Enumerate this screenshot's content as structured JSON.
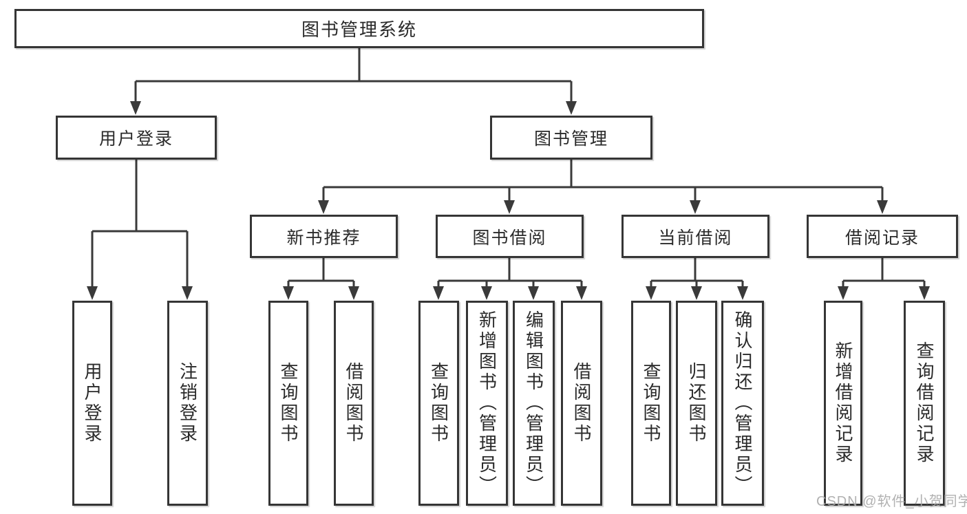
{
  "diagram": {
    "type": "hierarchy-tree",
    "colors": {
      "background": "#ffffff",
      "box_border": "#353535",
      "line": "#3a3a3a",
      "text": "#2a2a2a",
      "watermark": "#a8a8a8"
    },
    "tree": {
      "label": "图书管理系统",
      "children": [
        {
          "label": "用户登录",
          "children": [
            {
              "label": "用户登录"
            },
            {
              "label": "注销登录"
            }
          ]
        },
        {
          "label": "图书管理",
          "children": [
            {
              "label": "新书推荐",
              "children": [
                {
                  "label": "查询图书"
                },
                {
                  "label": "借阅图书"
                }
              ]
            },
            {
              "label": "图书借阅",
              "children": [
                {
                  "label": "查询图书"
                },
                {
                  "label": "新增图书（管理员）"
                },
                {
                  "label": "编辑图书（管理员）"
                },
                {
                  "label": "借阅图书"
                }
              ]
            },
            {
              "label": "当前借阅",
              "children": [
                {
                  "label": "查询图书"
                },
                {
                  "label": "归还图书"
                },
                {
                  "label": "确认归还（管理员）"
                }
              ]
            },
            {
              "label": "借阅记录",
              "children": [
                {
                  "label": "新增借阅记录"
                },
                {
                  "label": "查询借阅记录"
                }
              ]
            }
          ]
        }
      ]
    },
    "watermark": {
      "text": "CSDN @软件_小贺同学"
    }
  }
}
